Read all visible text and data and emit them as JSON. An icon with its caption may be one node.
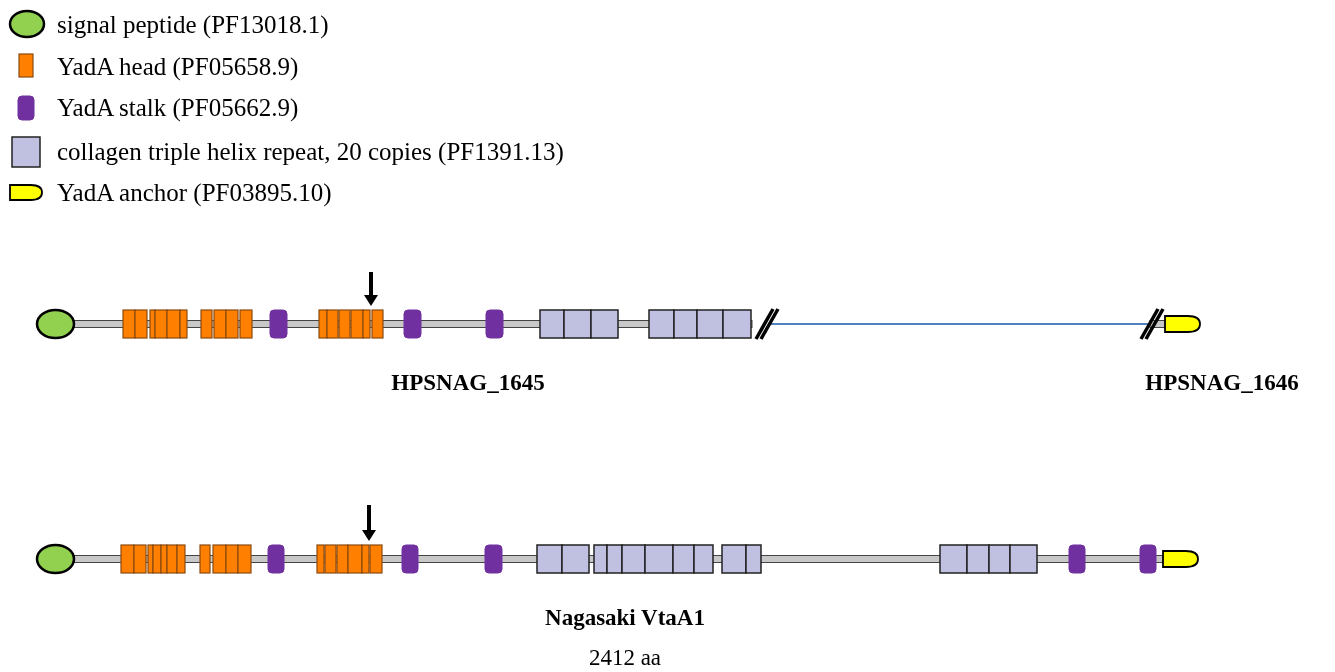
{
  "diagram": {
    "labels": [
      "HPSNAG_1645",
      "HPSNAG_1646",
      "Nagasaki VtaA1",
      "2412 aa"
    ],
    "legend": [
      {
        "text": "signal peptide (PF13018.1)"
      },
      {
        "text": "YadA head (PF05658.9)"
      },
      {
        "text": "YadA stalk (PF05662.9)"
      },
      {
        "text": "collagen triple helix repeat, 20 copies (PF1391.13)"
      },
      {
        "text": "YadA anchor (PF03895.10)"
      }
    ]
  }
}
